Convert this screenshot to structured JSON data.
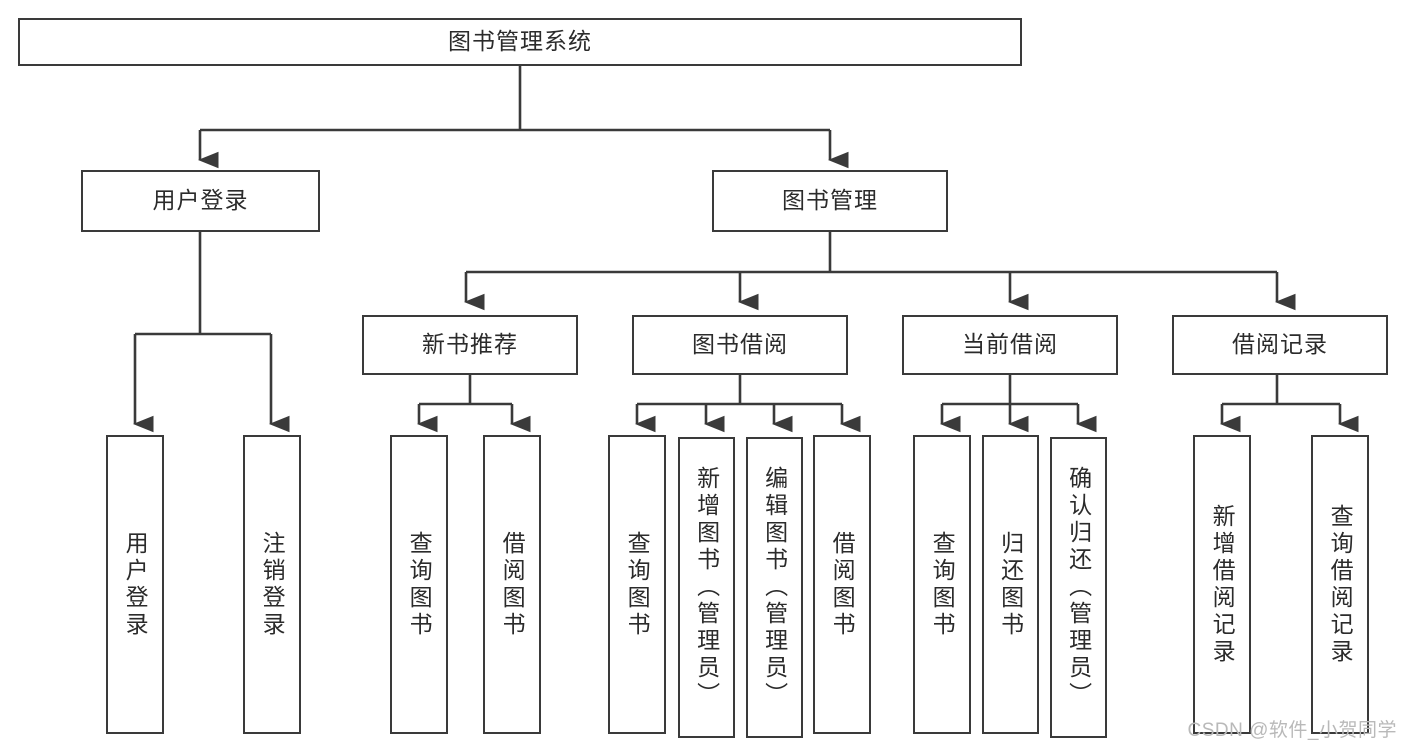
{
  "diagram": {
    "title": "图书管理系统",
    "type": "tree-hierarchy",
    "watermark": "CSDN @软件_小贺同学",
    "colors": {
      "stroke": "#3a3a3a",
      "fill": "#ffffff",
      "text": "#2b2b2b",
      "watermark": "#b9b9b9"
    },
    "root": {
      "label": "图书管理系统"
    },
    "level2": [
      {
        "id": "user-login",
        "label": "用户登录"
      },
      {
        "id": "book-manage",
        "label": "图书管理"
      }
    ],
    "level3": [
      {
        "id": "new-book-recommend",
        "label": "新书推荐"
      },
      {
        "id": "book-borrow",
        "label": "图书借阅"
      },
      {
        "id": "current-borrow",
        "label": "当前借阅"
      },
      {
        "id": "borrow-record",
        "label": "借阅记录"
      }
    ],
    "leaves": {
      "user_login": [
        {
          "id": "leaf-user-login",
          "label": "用户登录"
        },
        {
          "id": "leaf-user-logout",
          "label": "注销登录"
        }
      ],
      "new_book_recommend": [
        {
          "id": "leaf-query-book-1",
          "label": "查询图书"
        },
        {
          "id": "leaf-borrow-book-1",
          "label": "借阅图书"
        }
      ],
      "book_borrow": [
        {
          "id": "leaf-query-book-2",
          "label": "查询图书"
        },
        {
          "id": "leaf-add-book",
          "label": "新增图书（管理员）"
        },
        {
          "id": "leaf-edit-book",
          "label": "编辑图书（管理员）"
        },
        {
          "id": "leaf-borrow-book-2",
          "label": "借阅图书"
        }
      ],
      "current_borrow": [
        {
          "id": "leaf-query-book-3",
          "label": "查询图书"
        },
        {
          "id": "leaf-return-book",
          "label": "归还图书"
        },
        {
          "id": "leaf-confirm-return",
          "label": "确认归还（管理员）"
        }
      ],
      "borrow_record": [
        {
          "id": "leaf-add-record",
          "label": "新增借阅记录"
        },
        {
          "id": "leaf-query-record",
          "label": "查询借阅记录"
        }
      ]
    }
  }
}
